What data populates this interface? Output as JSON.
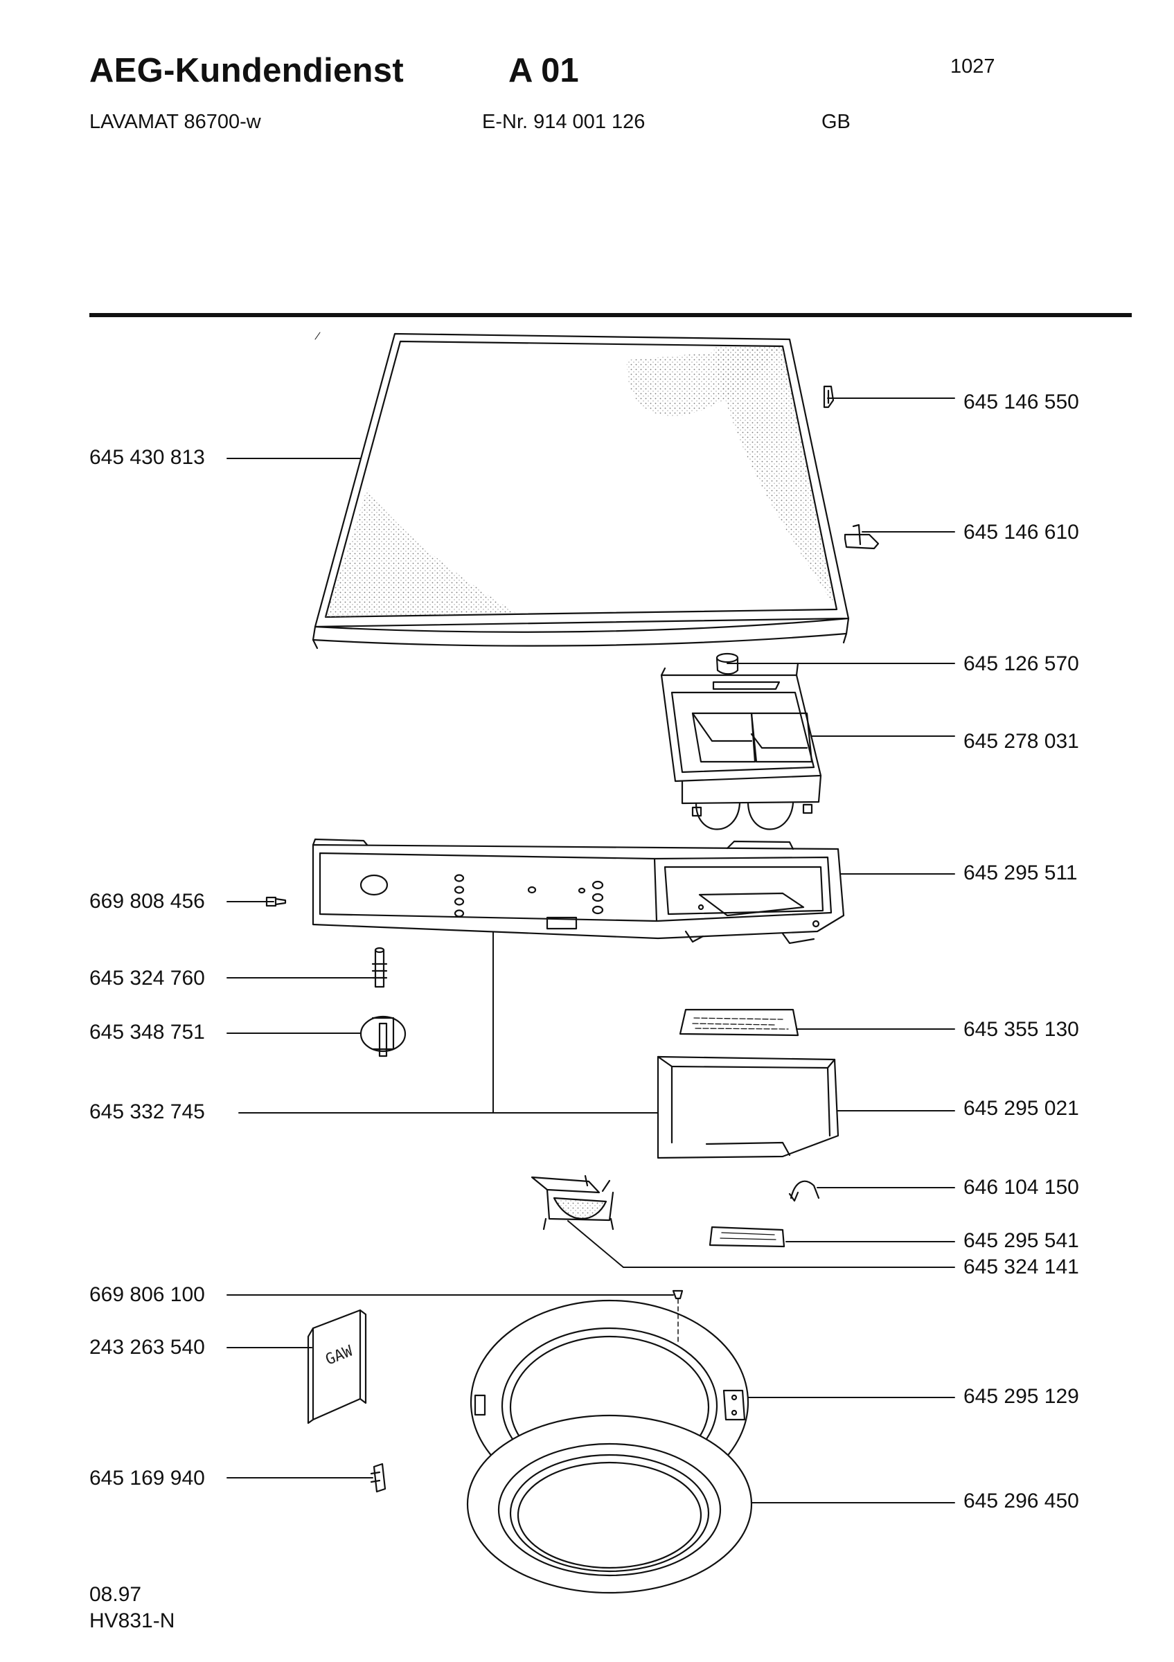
{
  "header": {
    "brand": "AEG-Kundendienst",
    "section": "A 01",
    "page_number": "1027",
    "model": "LAVAMAT 86700-w",
    "enr": "E-Nr. 914 001 126",
    "country": "GB"
  },
  "parts": {
    "left": [
      {
        "number": "645 430 813"
      },
      {
        "number": "669 808 456"
      },
      {
        "number": "645 324 760"
      },
      {
        "number": "645 348 751"
      },
      {
        "number": "645 332 745"
      },
      {
        "number": "669 806 100"
      },
      {
        "number": "243 263 540"
      },
      {
        "number": "645 169 940"
      }
    ],
    "right": [
      {
        "number": "645 146 550"
      },
      {
        "number": "645 146 610"
      },
      {
        "number": "645 126 570"
      },
      {
        "number": "645 278 031"
      },
      {
        "number": "645 295 511"
      },
      {
        "number": "645 355 130"
      },
      {
        "number": "645 295 021"
      },
      {
        "number": "646 104 150"
      },
      {
        "number": "645 295 541"
      },
      {
        "number": "645 324 141"
      },
      {
        "number": "645 295 129"
      },
      {
        "number": "645 296 450"
      }
    ]
  },
  "manual_label": "GAW",
  "footer": {
    "date": "08.97",
    "code": "HV831-N"
  }
}
